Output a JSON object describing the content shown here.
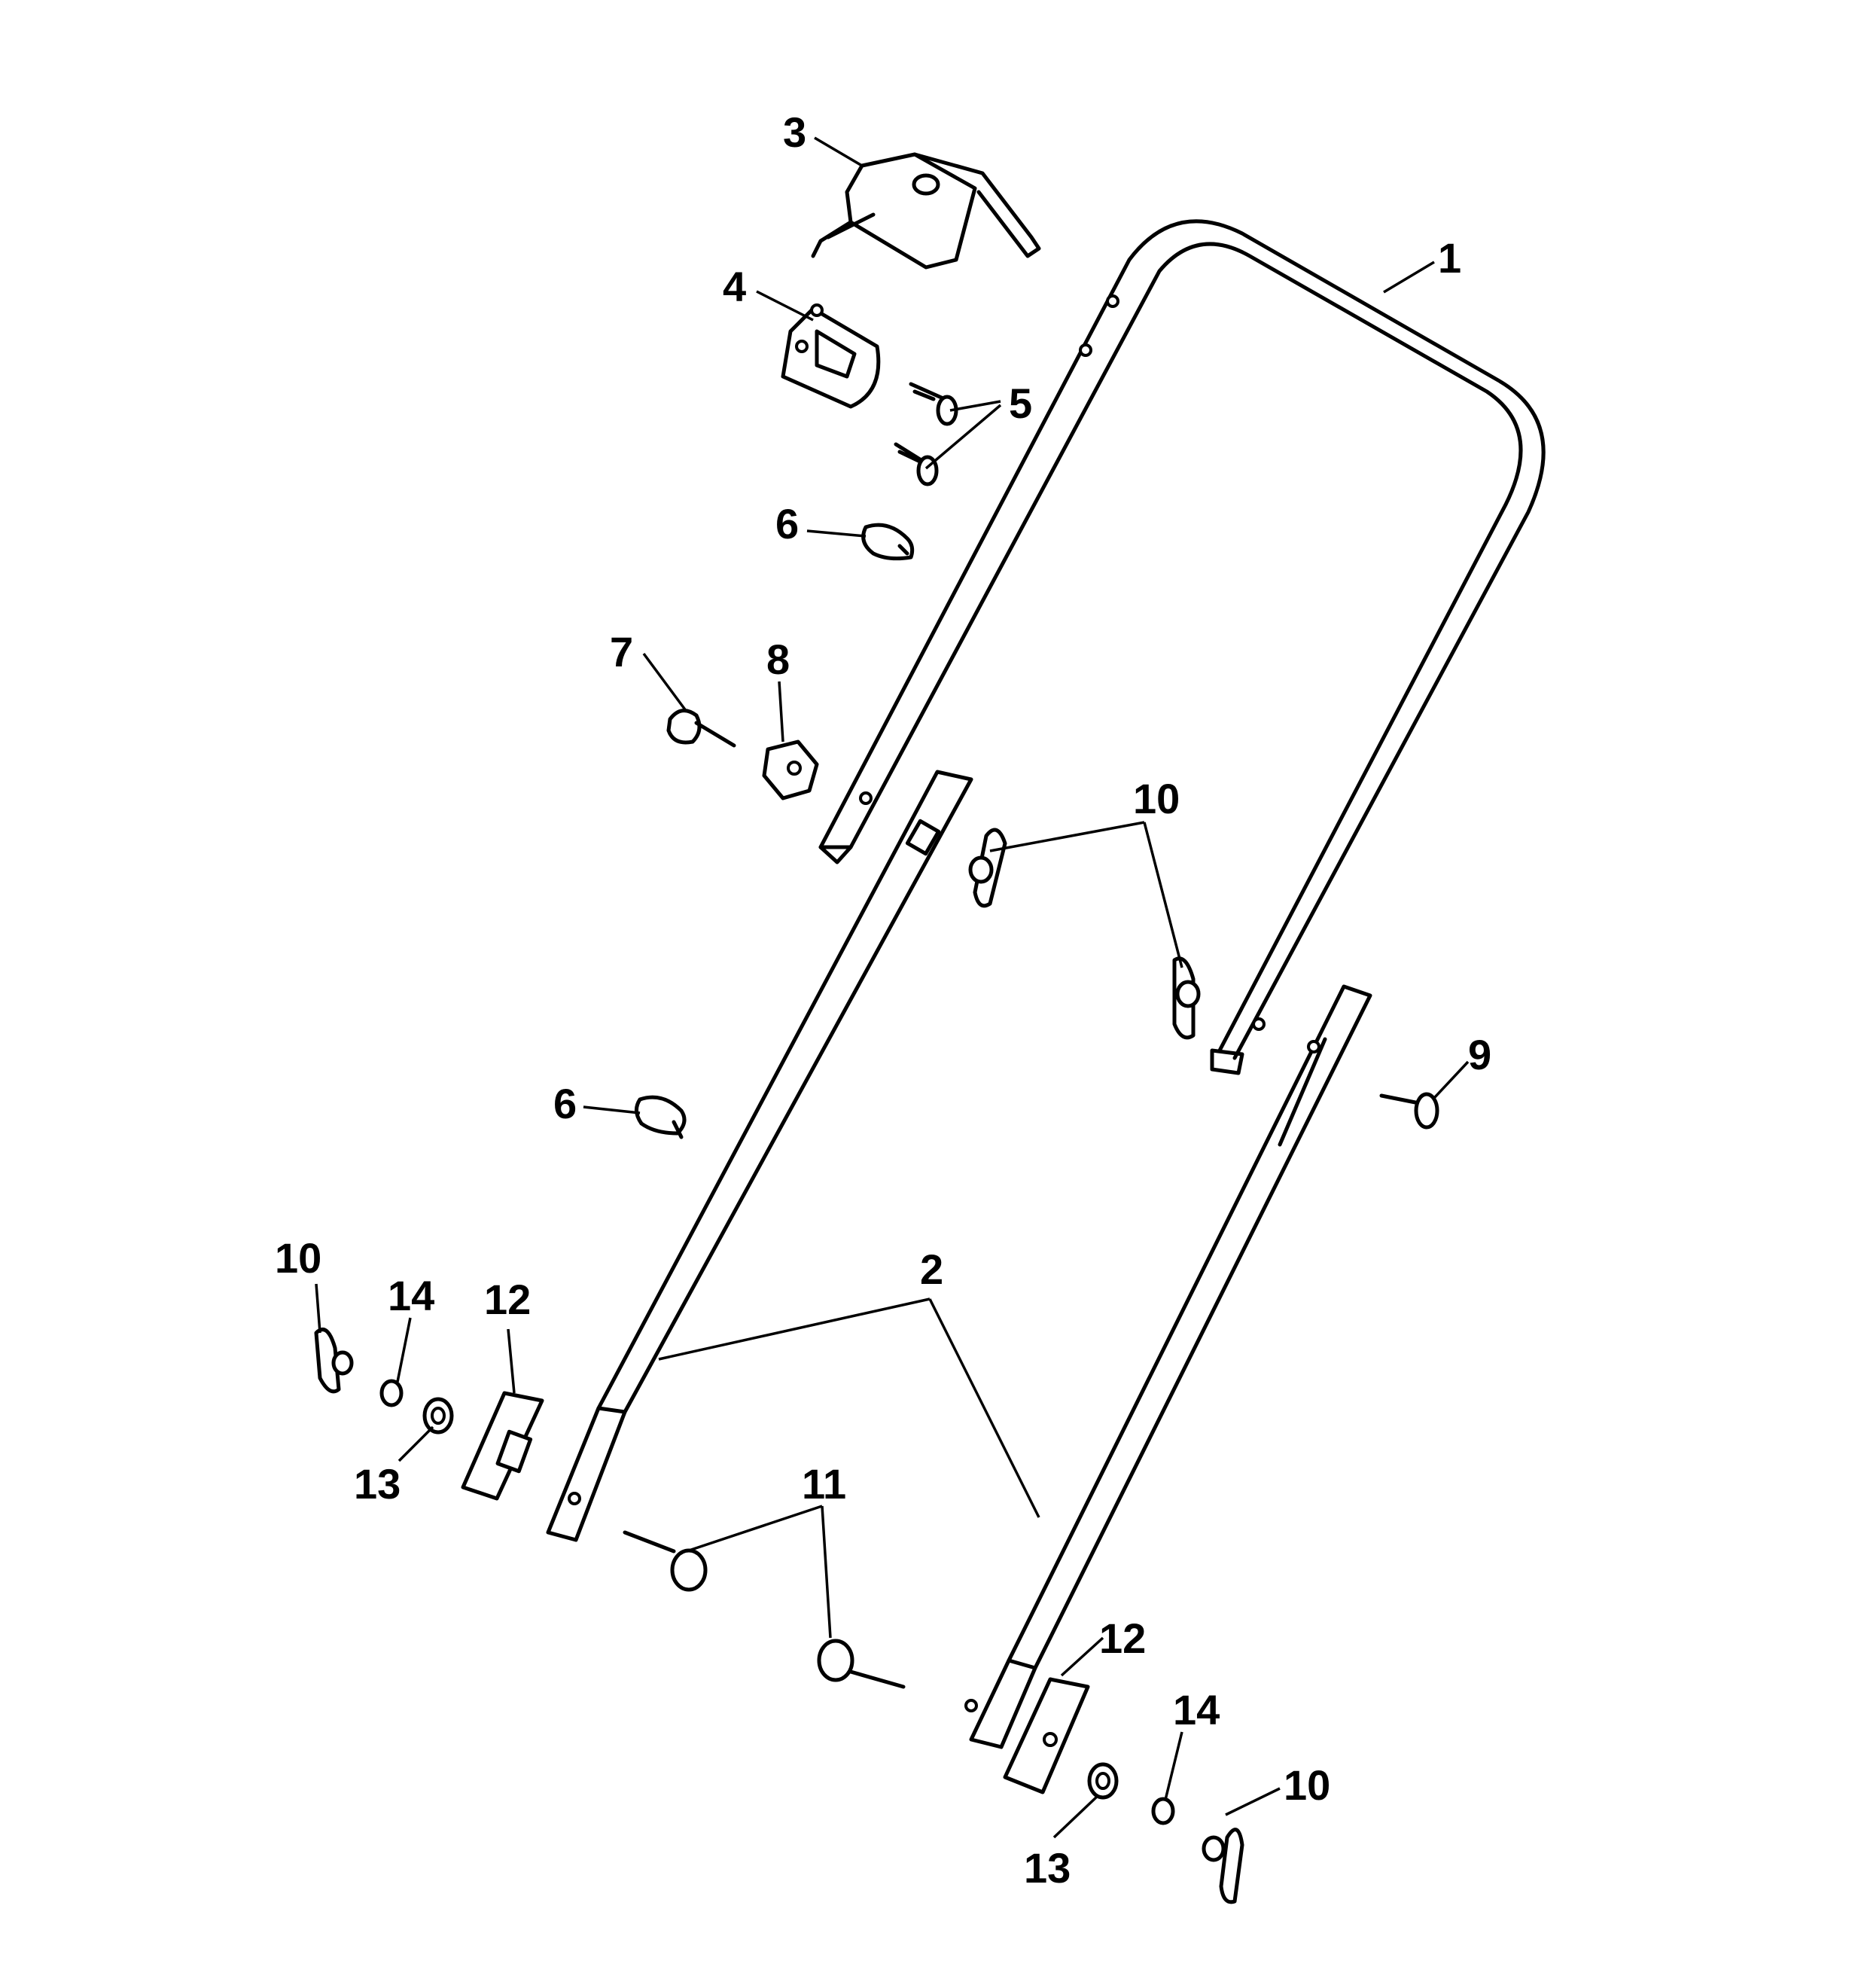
{
  "diagram": {
    "callouts": [
      {
        "id": "c3",
        "label": "3"
      },
      {
        "id": "c1",
        "label": "1"
      },
      {
        "id": "c4",
        "label": "4"
      },
      {
        "id": "c5",
        "label": "5"
      },
      {
        "id": "c6a",
        "label": "6"
      },
      {
        "id": "c7",
        "label": "7"
      },
      {
        "id": "c8",
        "label": "8"
      },
      {
        "id": "c10a",
        "label": "10"
      },
      {
        "id": "c9",
        "label": "9"
      },
      {
        "id": "c6b",
        "label": "6"
      },
      {
        "id": "c10b",
        "label": "10"
      },
      {
        "id": "c14a",
        "label": "14"
      },
      {
        "id": "c12a",
        "label": "12"
      },
      {
        "id": "c2",
        "label": "2"
      },
      {
        "id": "c13a",
        "label": "13"
      },
      {
        "id": "c11",
        "label": "11"
      },
      {
        "id": "c12b",
        "label": "12"
      },
      {
        "id": "c14b",
        "label": "14"
      },
      {
        "id": "c10c",
        "label": "10"
      },
      {
        "id": "c13b",
        "label": "13"
      }
    ]
  }
}
